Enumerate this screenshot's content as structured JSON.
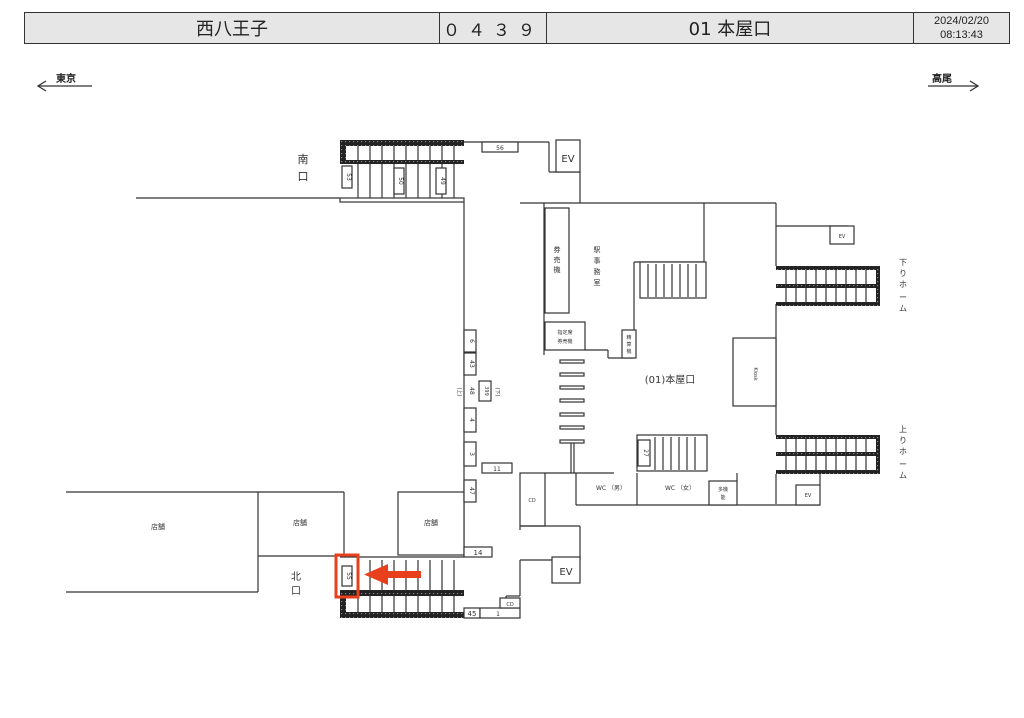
{
  "header": {
    "station_name": "西八王子",
    "station_code": "０４３９",
    "exit_name": "01 本屋口",
    "date": "2024/02/20",
    "time": "08:13:43"
  },
  "directions": {
    "left": "東京",
    "right": "高尾"
  },
  "map": {
    "labels": {
      "south_exit": [
        "南",
        "口"
      ],
      "north_exit": [
        "北",
        "口"
      ],
      "ticket_machines": [
        "券",
        "売",
        "機"
      ],
      "station_office": [
        "駅",
        "事",
        "務",
        "室"
      ],
      "reserved_ticket_machine": [
        "指定席",
        "券売機"
      ],
      "refine_machine": [
        "精",
        "算",
        "機"
      ],
      "main_gate": "(01)本屋口",
      "kiosk": "Kiosk",
      "down_platform": [
        "下",
        "り",
        "ホ",
        "ー",
        "ム"
      ],
      "up_platform": [
        "上",
        "り",
        "ホ",
        "ー",
        "ム"
      ],
      "wc_men": "WC （男）",
      "wc_women": "WC （女）",
      "multipurpose": [
        "多機",
        "能"
      ],
      "ev": "EV",
      "cd": "CD",
      "shop": "店舗",
      "up_mark": "(上)",
      "down_mark": "(下)"
    },
    "sign_numbers": {
      "n56": "56",
      "n53": "53",
      "n50": "50",
      "n49": "49",
      "n6": "6",
      "n43": "43",
      "n48": "48",
      "n399": "399",
      "n4": "4",
      "n3": "3",
      "n11": "11",
      "n47": "47",
      "n27": "27",
      "n14": "14",
      "n55": "55",
      "n45": "45",
      "n1": "1"
    },
    "highlight": {
      "target": "55",
      "color": "#e8401c"
    }
  }
}
